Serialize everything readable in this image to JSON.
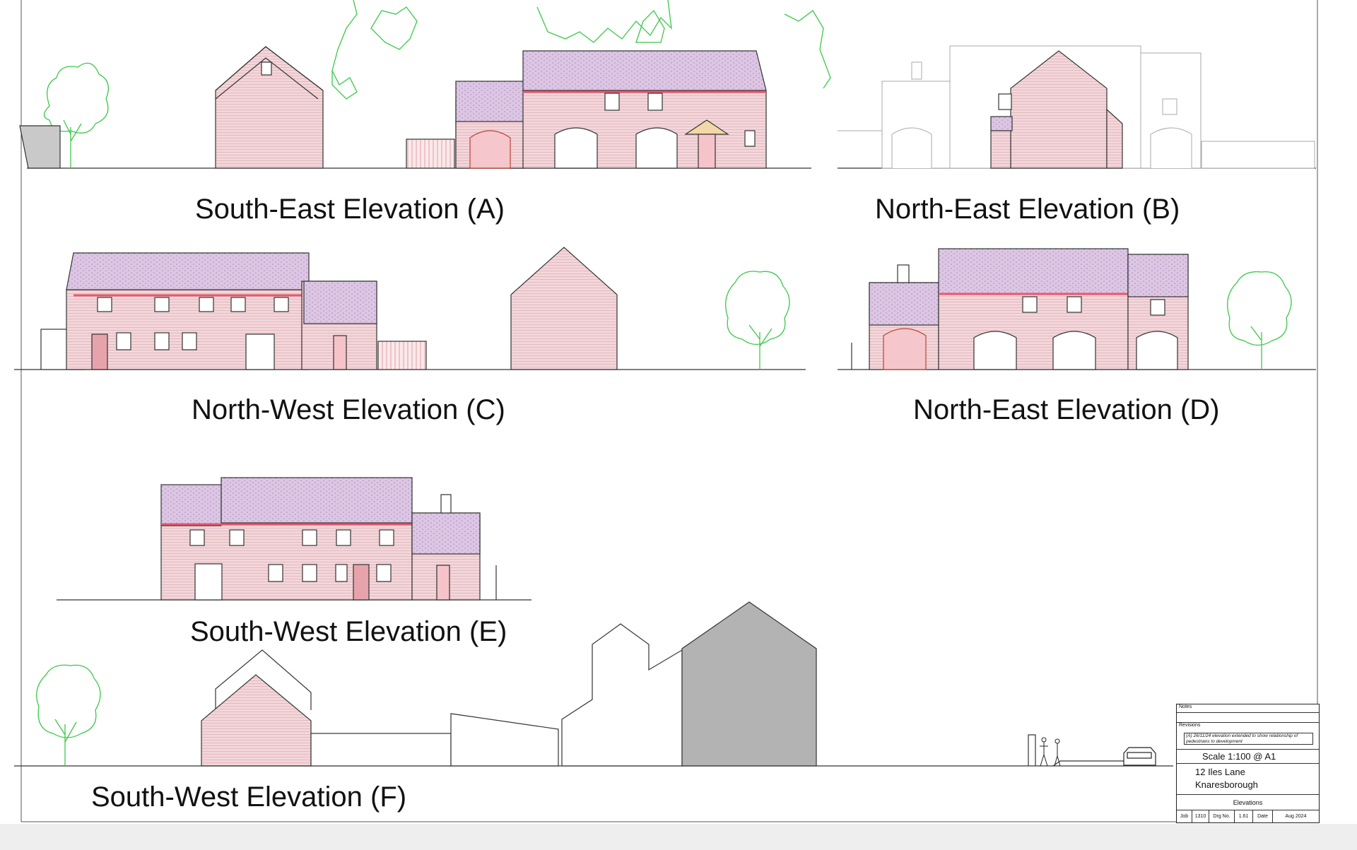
{
  "elevations": {
    "a": "South-East Elevation (A)",
    "b": "North-East Elevation (B)",
    "c": "North-West Elevation (C)",
    "d": "North-East Elevation (D)",
    "e": "South-West Elevation (E)",
    "f": "South-West Elevation (F)"
  },
  "title_block": {
    "notes_label": "Notes",
    "revisions_label": "Revisions",
    "revision_text": "(A) 26/11/24 elevation extended to show relationship of pedestrians to development",
    "scale": "Scale 1:100 @ A1",
    "address_line1": "12 Iles Lane",
    "address_line2": "Knaresborough",
    "drawing_title": "Elevations",
    "job_label": "Job",
    "job_number": "1310",
    "drg_label": "Drg No.",
    "drg_number": "1.61",
    "date_label": "Date",
    "date_value": "Aug 2024"
  },
  "colors": {
    "brick": "#f2d2d6",
    "roof": "#d9c2e2",
    "eaves": "#e8566a",
    "tree": "#3cc84a",
    "outline": "#333333",
    "neighbour": "#b3b3b3",
    "background": "#ffffff"
  }
}
